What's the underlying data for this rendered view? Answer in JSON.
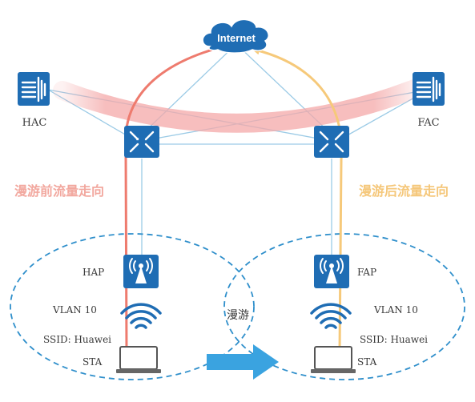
{
  "colors": {
    "device_blue": "#1f6db4",
    "link_line": "#9ccbe6",
    "before_path": "#ee7b6e",
    "after_path": "#f6c97a",
    "band": "#f4a9a9",
    "dashed_ellipse": "#2f8fcb",
    "move_arrow": "#3aa3e0",
    "caption_before": "#f2a89f",
    "caption_after": "#f5c77a"
  },
  "cloud": {
    "label": "Internet",
    "icon": "cloud-icon"
  },
  "controllers": {
    "left": {
      "label": "HAC",
      "icon": "access-controller-icon"
    },
    "right": {
      "label": "FAC",
      "icon": "access-controller-icon"
    }
  },
  "switches": {
    "icon": "switch-icon"
  },
  "captions": {
    "before": "漫游前流量走向",
    "after": "漫游后流量走向"
  },
  "cells": {
    "left": {
      "ap_label": "HAP",
      "vlan": "VLAN 10",
      "ssid": "SSID: Huawei",
      "sta": "STA"
    },
    "right": {
      "ap_label": "FAP",
      "vlan": "VLAN 10",
      "ssid": "SSID: Huawei",
      "sta": "STA"
    }
  },
  "roam_label": "漫游"
}
